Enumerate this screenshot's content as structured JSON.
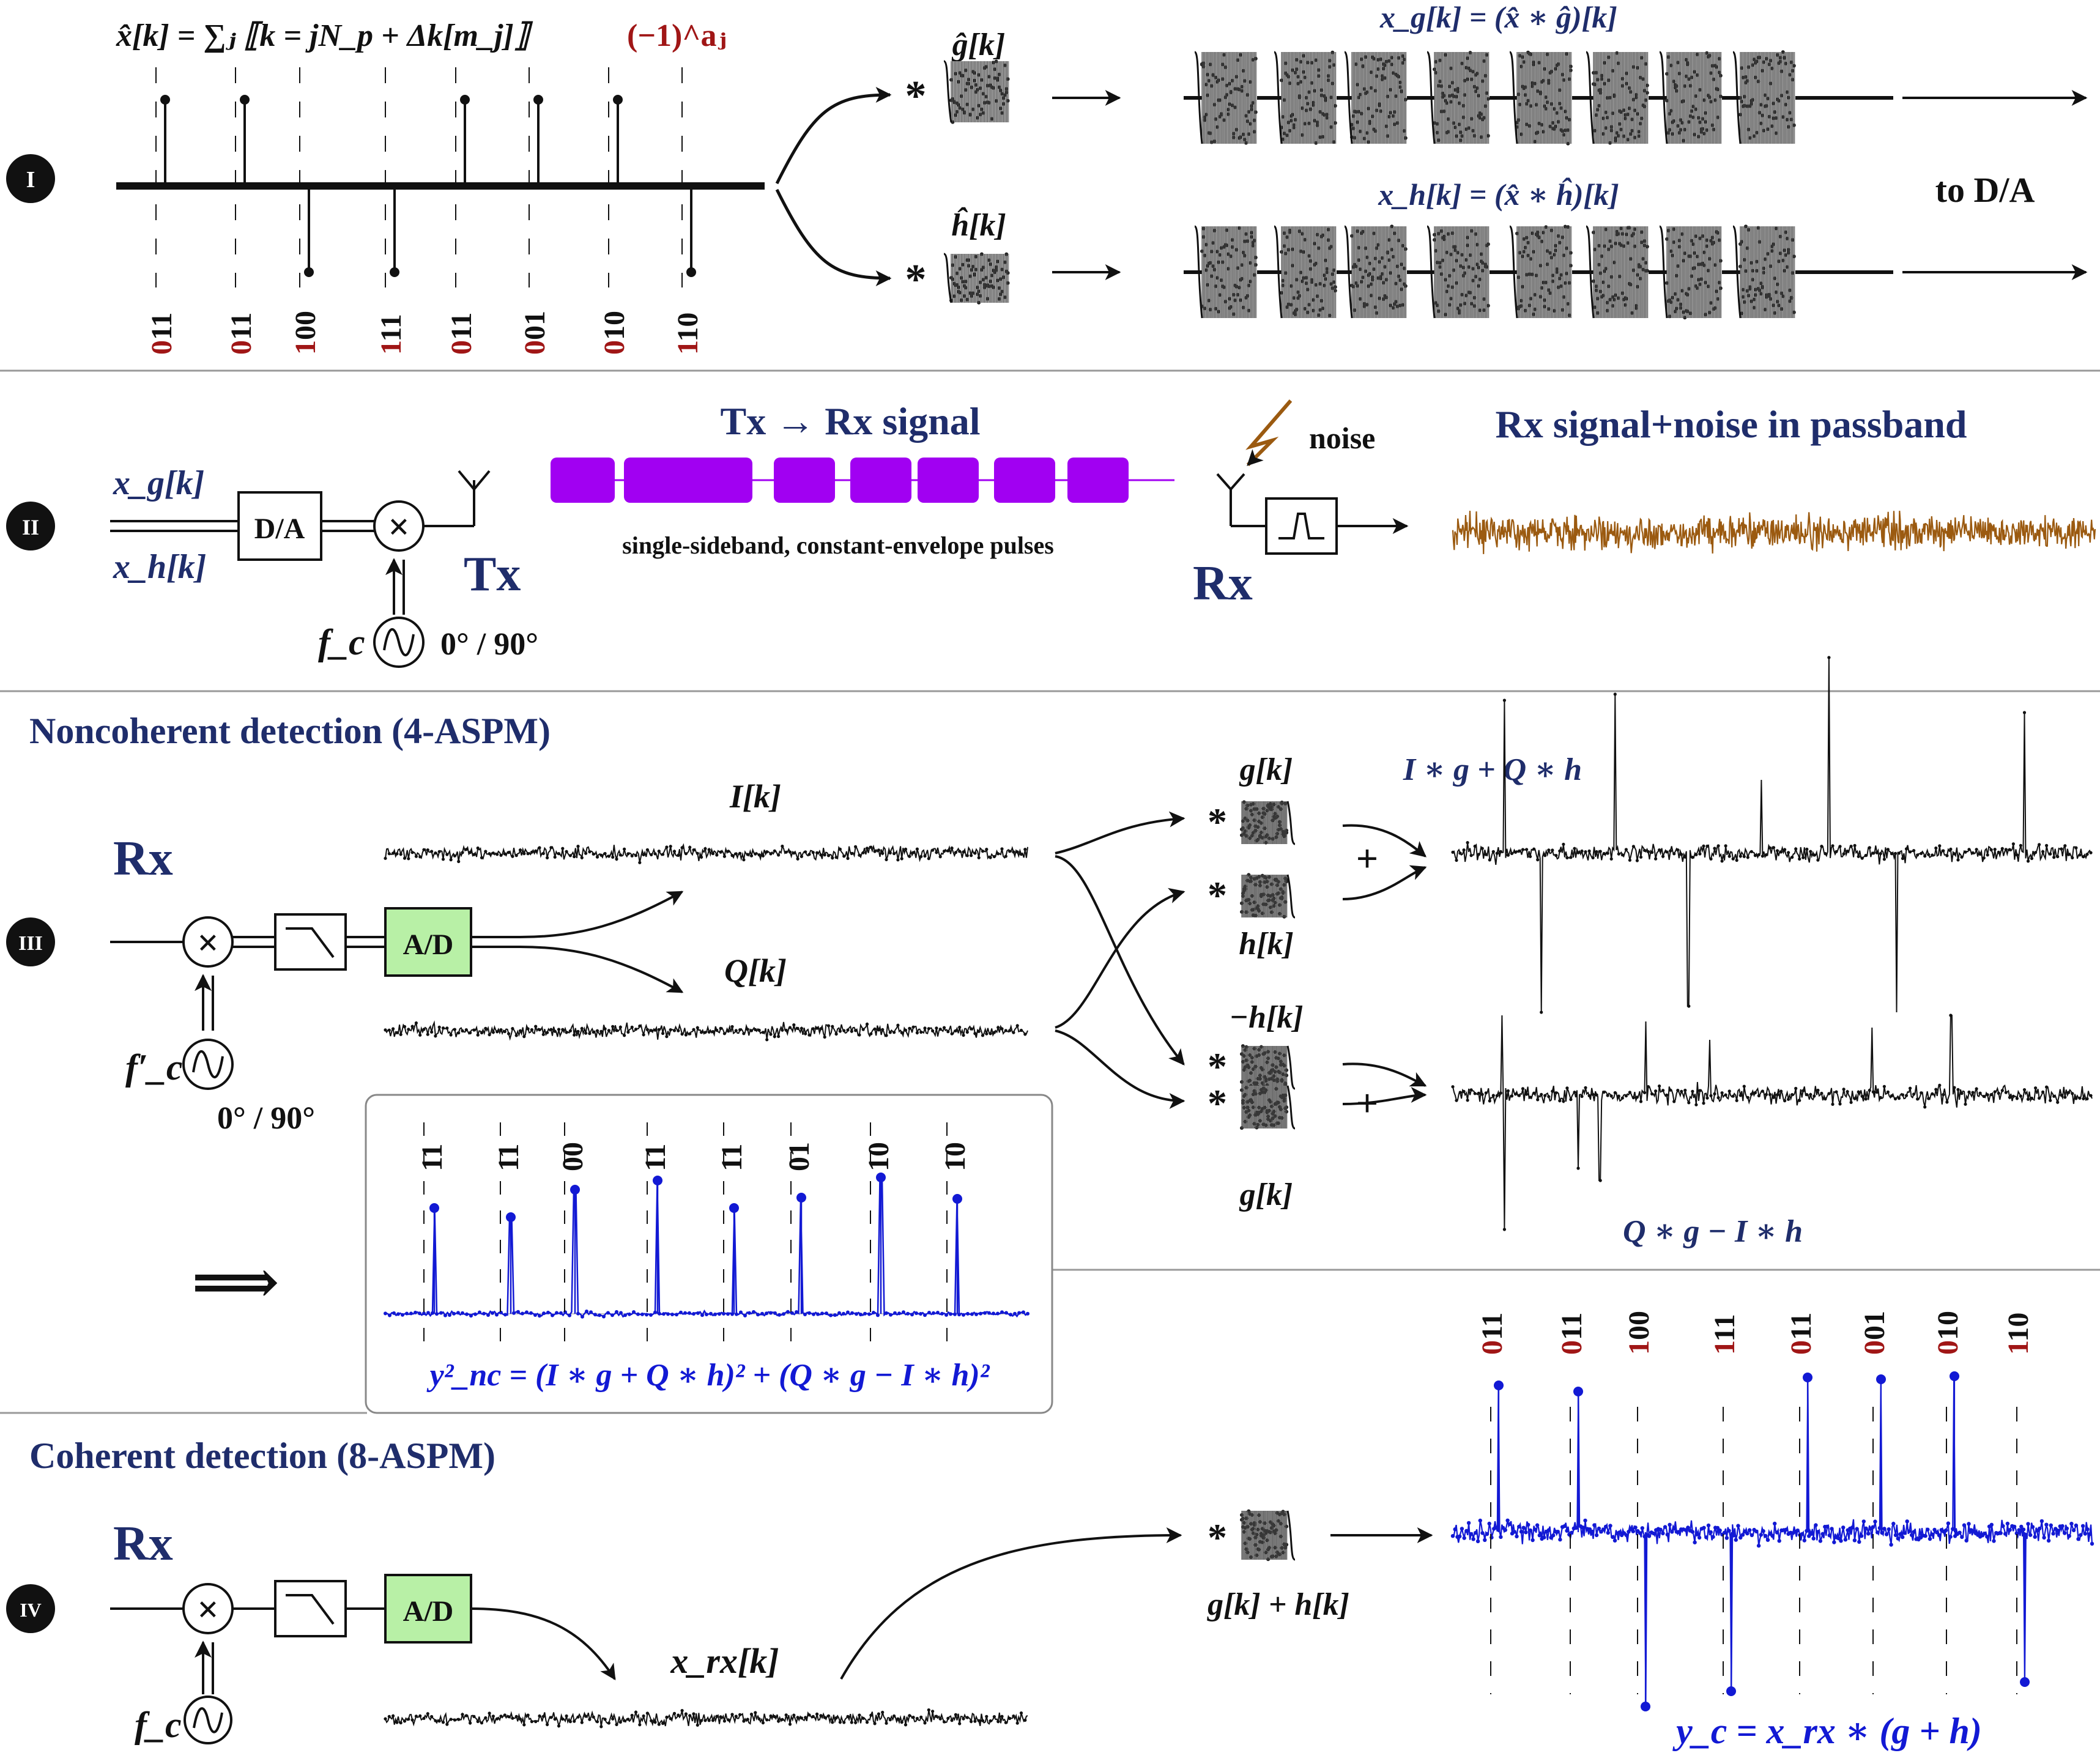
{
  "colors": {
    "navy": "#1f2d6b",
    "dark_red": "#a01616",
    "blue": "#1219d4",
    "purple": "#a100f2",
    "brown": "#9b5a10",
    "green_box": "#b8f0a6"
  },
  "panel1": {
    "badge": "I",
    "xhat_formula": "x̂[k] = ∑ⱼ ⟦k = jN_p + Δk[m_j]⟧",
    "xhat_formula_sign": "(−1)^aⱼ",
    "bit_labels": [
      {
        "sign": "0",
        "rest": "11"
      },
      {
        "sign": "0",
        "rest": "11"
      },
      {
        "sign": "1",
        "rest": "00"
      },
      {
        "sign": "1",
        "rest": "11"
      },
      {
        "sign": "0",
        "rest": "11"
      },
      {
        "sign": "0",
        "rest": "01"
      },
      {
        "sign": "0",
        "rest": "10"
      },
      {
        "sign": "1",
        "rest": "10"
      }
    ],
    "spike_signs": [
      1,
      1,
      -1,
      -1,
      1,
      1,
      1,
      -1
    ],
    "conv_star": "*",
    "g_hat_label": "ĝ[k]",
    "h_hat_label": "ĥ[k]",
    "xg_label": "x_g[k] = (x̂ ∗ ĝ)[k]",
    "xh_label": "x_h[k] = (x̂ ∗ ĥ)[k]",
    "to_da": "to D/A"
  },
  "panel2": {
    "badge": "II",
    "xg": "x_g[k]",
    "xh": "x_h[k]",
    "da": "D/A",
    "mixer": "×",
    "tx": "Tx",
    "fc": "f_c",
    "phase": "0° / 90°",
    "tx_rx_title": "Tx → Rx signal",
    "pulse_caption": "single-sideband, constant-envelope pulses",
    "noise": "noise",
    "rx": "Rx",
    "passband_title": "Rx signal+noise in passband"
  },
  "panel3": {
    "badge": "III",
    "title": "Noncoherent detection (4-ASPM)",
    "rx": "Rx",
    "ad": "A/D",
    "fc_prime": "f′_c",
    "phase": "0° / 90°",
    "i_label": "I[k]",
    "q_label": "Q[k]",
    "g1": "g[k]",
    "h1": "h[k]",
    "neg_h": "−h[k]",
    "g2": "g[k]",
    "plus": "+",
    "sum1_label": "I ∗ g + Q ∗ h",
    "sum2_label": "Q ∗ g − I ∗ h",
    "implies": "⟹",
    "inset_bits": [
      "11",
      "11",
      "00",
      "11",
      "11",
      "01",
      "10",
      "10"
    ],
    "inset_formula": "y²_nc = (I ∗ g + Q ∗ h)² + (Q ∗ g − I ∗ h)²"
  },
  "panel4": {
    "badge": "IV",
    "title": "Coherent detection (8-ASPM)",
    "rx": "Rx",
    "ad": "A/D",
    "fc": "f_c",
    "xrx": "x_rx[k]",
    "filter": "g[k] + h[k]",
    "bit_labels": [
      {
        "sign": "0",
        "rest": "11"
      },
      {
        "sign": "0",
        "rest": "11"
      },
      {
        "sign": "1",
        "rest": "00"
      },
      {
        "sign": "1",
        "rest": "11"
      },
      {
        "sign": "0",
        "rest": "11"
      },
      {
        "sign": "0",
        "rest": "01"
      },
      {
        "sign": "0",
        "rest": "10"
      },
      {
        "sign": "1",
        "rest": "10"
      }
    ],
    "yc_formula": "y_c = x_rx ∗ (g + h)"
  }
}
